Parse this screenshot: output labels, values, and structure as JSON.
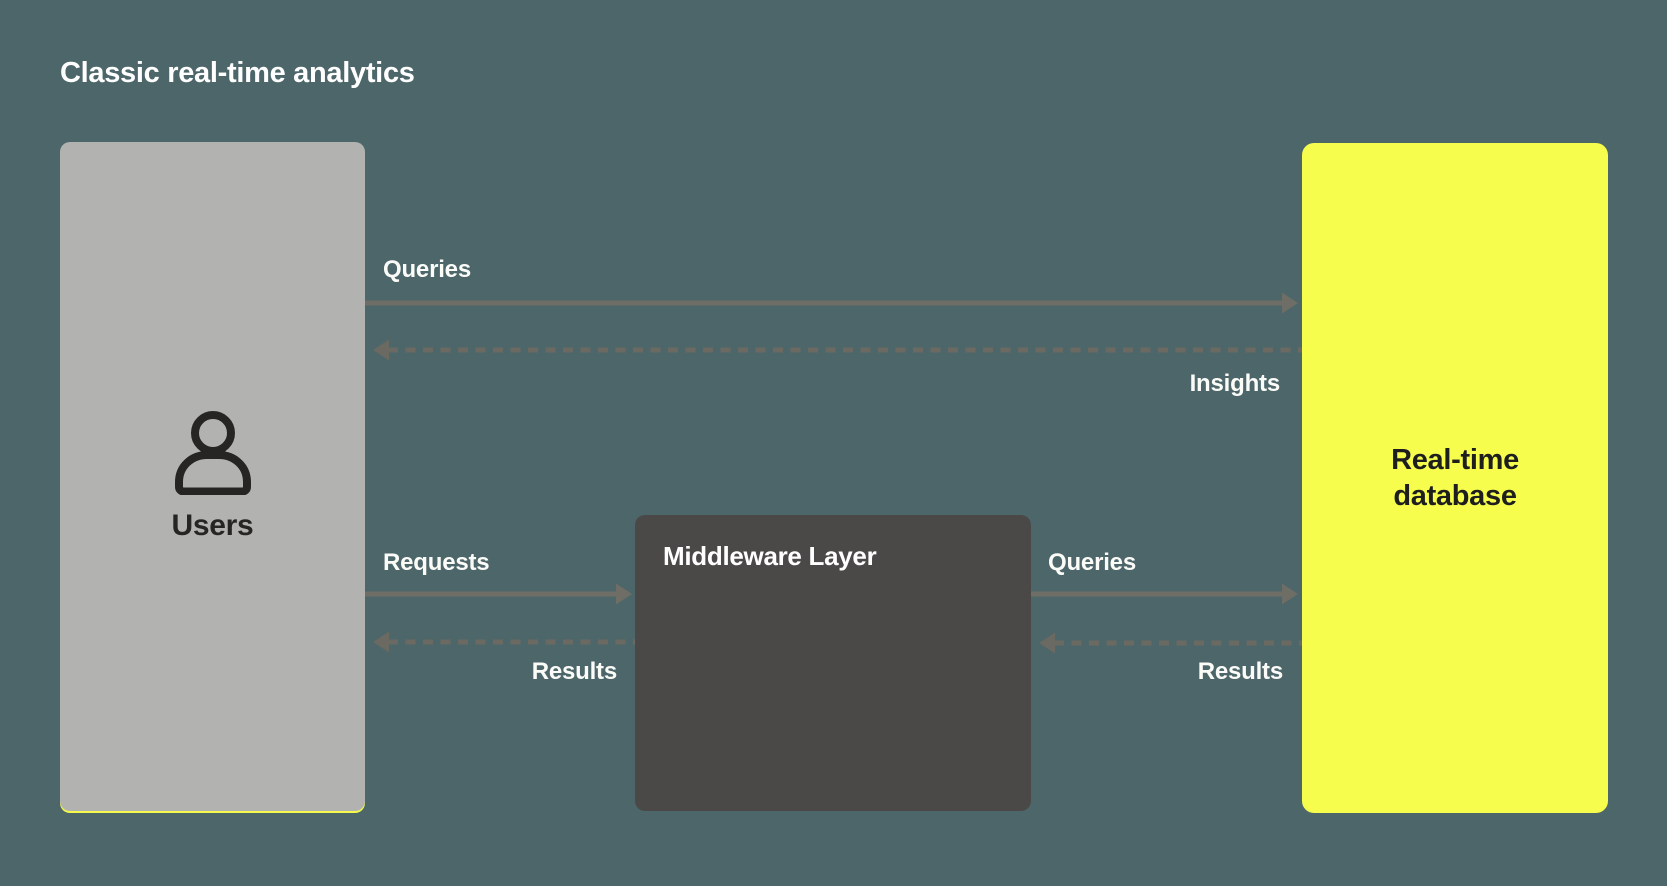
{
  "title": "Classic real-time analytics",
  "nodes": {
    "users": {
      "label": "Users",
      "icon": "person-icon",
      "color": "#B2B2B1"
    },
    "middleware": {
      "label": "Middleware Layer",
      "color": "#4B4948"
    },
    "database": {
      "lines": [
        "Real-time",
        "database"
      ],
      "color": "#F7FD4D"
    }
  },
  "edges": [
    {
      "from": "Users",
      "to": "Real-time database",
      "label": "Queries",
      "style": "solid",
      "direction": "right"
    },
    {
      "from": "Real-time database",
      "to": "Users",
      "label": "Insights",
      "style": "dashed",
      "direction": "left"
    },
    {
      "from": "Users",
      "to": "Middleware Layer",
      "label": "Requests",
      "style": "solid",
      "direction": "right"
    },
    {
      "from": "Middleware Layer",
      "to": "Users",
      "label": "Results",
      "style": "dashed",
      "direction": "left"
    },
    {
      "from": "Middleware Layer",
      "to": "Real-time database",
      "label": "Queries",
      "style": "solid",
      "direction": "right"
    },
    {
      "from": "Real-time database",
      "to": "Middleware Layer",
      "label": "Results",
      "style": "dashed",
      "direction": "left"
    }
  ],
  "colors": {
    "background": "#4C666A",
    "arrow_solid": "#6E6D66",
    "arrow_dashed": "#6A6962",
    "title_text": "#FFFFFF",
    "users_box": "#B2B2B1",
    "users_text": "#262523",
    "middleware_box": "#4B4948",
    "middleware_text": "#FFFFFF",
    "database_box": "#F7FD4D",
    "database_text": "#1E1E1E",
    "users_box_accent_line": "#F4F94B"
  }
}
